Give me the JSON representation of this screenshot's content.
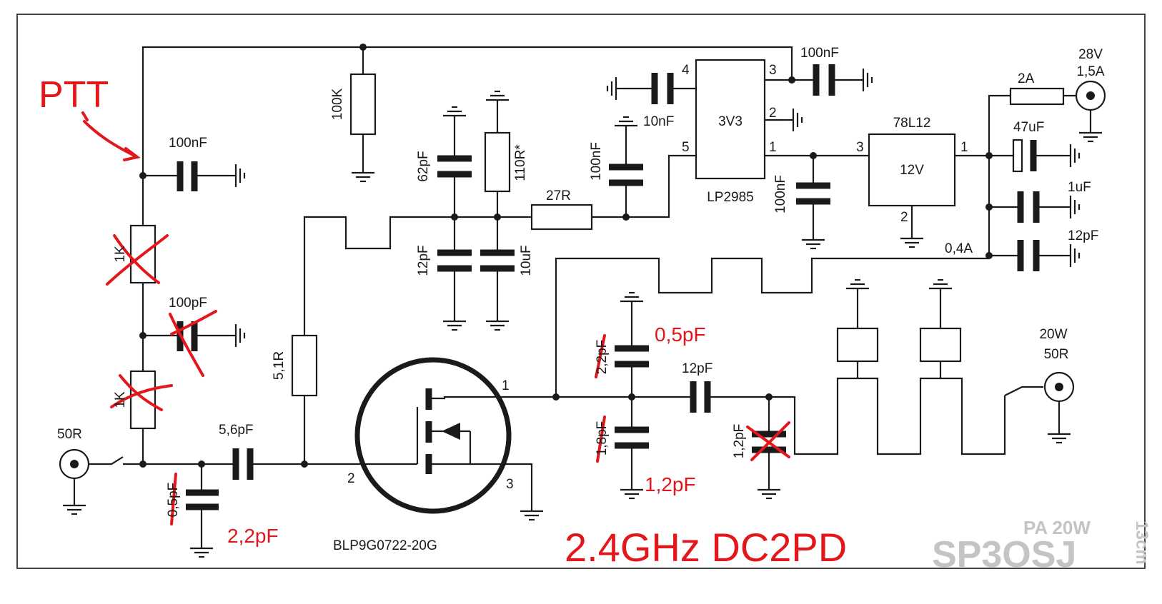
{
  "labels": {
    "ptt": "PTT",
    "c_ptt": "100nF",
    "r_100k": "100K",
    "r_1k_top": "1K",
    "c_100pf": "100pF",
    "r_1k_bot": "1K",
    "in_50r": "50R",
    "c_56pf": "5,6pF",
    "c_in_old": "0,5pF",
    "c_in_new": "2,2pF",
    "r_51r": "5,1R",
    "c_62pf": "62pF",
    "r_110r": "110R*",
    "r_27r": "27R",
    "c_12pf_bias": "12pF",
    "c_10uf": "10uF",
    "c_100nf_a": "100nF",
    "c_10nf": "10nF",
    "ic1_name": "3V3",
    "ic1_part": "LP2985",
    "ic1_pin4": "4",
    "ic1_pin5": "5",
    "ic1_pin3": "3",
    "ic1_pin2": "2",
    "ic1_pin1": "1",
    "c_100nf_top": "100nF",
    "c_100nf_b": "100nF",
    "ic2_part": "78L12",
    "ic2_name": "12V",
    "ic2_pin3": "3",
    "ic2_pin1": "1",
    "ic2_pin2": "2",
    "fuse": "2A",
    "supply_v": "28V",
    "supply_a": "1,5A",
    "c_47uf": "47uF",
    "c_1uf": "1uF",
    "c_12pf_sup": "12pF",
    "current": "0,4A",
    "mosfet_part": "BLP9G0722-20G",
    "mosfet_pin1": "1",
    "mosfet_pin2": "2",
    "mosfet_pin3": "3",
    "c_22pf_old": "2,2pF",
    "c_05pf_new": "0,5pF",
    "c_12pf_out": "12pF",
    "c_18pf_old": "1,8pF",
    "c_12pf_new": "1,2pF",
    "c_12pf_x": "1,2pF",
    "out_power": "20W",
    "out_50r": "50R",
    "title_red": "2.4GHz DC2PD",
    "brand_sub": "PA 20W",
    "brand_main": "SP3OSJ",
    "brand_band": "13cm"
  }
}
